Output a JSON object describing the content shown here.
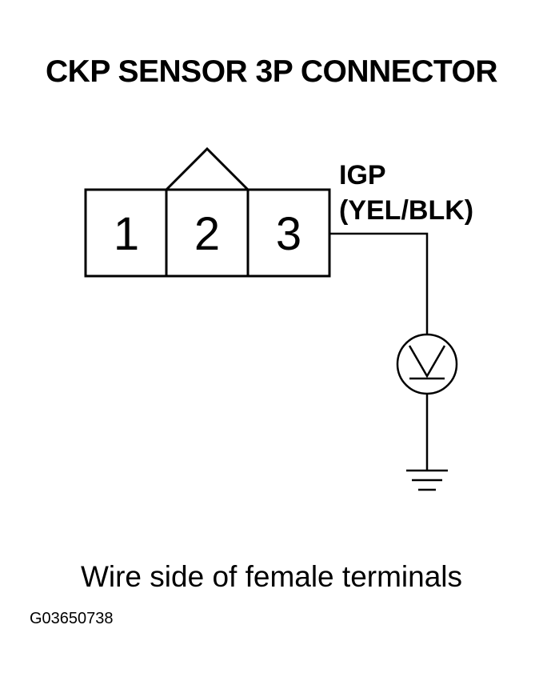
{
  "title": "CKP SENSOR 3P CONNECTOR",
  "connector": {
    "pins": [
      "1",
      "2",
      "3"
    ]
  },
  "wire": {
    "signal": "IGP",
    "color": "(YEL/BLK)"
  },
  "meter": {
    "icon": "voltmeter-icon",
    "symbol": "V"
  },
  "ground": {
    "icon": "ground-icon"
  },
  "caption": "Wire side of female terminals",
  "figure_id": "G03650738",
  "colors": {
    "line": "#000000",
    "background": "#ffffff"
  }
}
